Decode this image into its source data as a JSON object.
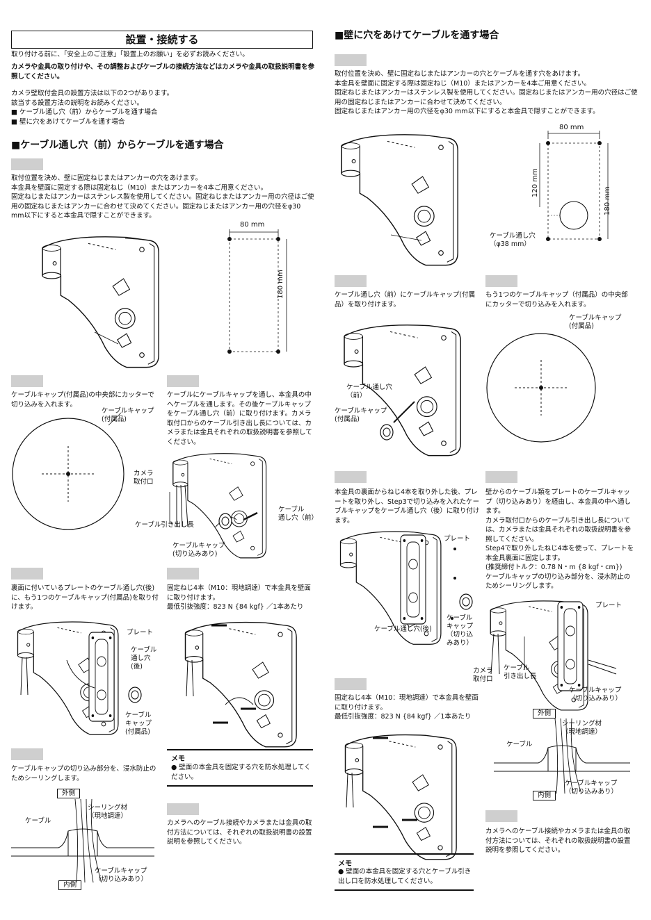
{
  "title": "設置・接続する",
  "intro": "取り付ける前に、「安全上のご注意」「設置上のお願い」を必ずお読みください。",
  "intro_bold": "カメラや金具の取り付けや、その調整およびケーブルの接続方法などはカメラや金具の取扱説明書を参照してください。",
  "intro_methods": "カメラ壁取付金具の設置方法は以下の2つがあります。\n該当する設置方法の説明をお読みください。\n■ ケーブル通し穴（前）からケーブルを通す場合\n■ 壁に穴をあけてケーブルを通す場合",
  "section_front": {
    "heading": "■ケーブル通し穴（前）からケーブルを通す場合",
    "step1_text": "取付位置を決め、壁に固定ねじまたはアンカーの穴をあけます。\n本金具を壁面に固定する際は固定ねじ（M10）またはアンカーを4本ご用意ください。\n固定ねじまたはアンカーはステンレス製を使用してください。固定ねじまたはアンカー用の穴径はご使用の固定ねじまたはアンカーに合わせて決めてください。固定ねじまたはアンカー用の穴径をφ30 mm以下にすると本金具で隠すことができます。",
    "dim_w": "80 mm",
    "dim_h": "180 mm",
    "step2_text": "ケーブルキャップ(付属品)の中央部にカッターで切り込みを入れます。",
    "step2_label": "ケーブルキャップ\n(付属品)",
    "step3_text": "ケーブルにケーブルキャップを通し、本金具の中へケーブルを通します。その後ケーブルキャップをケーブル通し穴（前）に取り付けます。カメラ取付口からのケーブル引き出し長については、カメラまたは金具それぞれの取扱説明書を参照してください。",
    "step3_label_mount": "カメラ\n取付口",
    "step3_label_hole": "ケーブル\n通し穴（前）",
    "step3_label_length": "ケーブル引き出し長",
    "step3_label_cap": "ケーブルキャップ\n(切り込みあり)",
    "step4_text": "裏面に付いているプレートのケーブル通し穴(後)に、もう1つのケーブルキャップ(付属品)を取り付けます。",
    "step4_label_plate": "プレート",
    "step4_label_hole": "ケーブル\n通し穴\n(後)",
    "step4_label_cap": "ケーブル\nキャップ\n(付属品)",
    "step5_text": "固定ねじ4本（M10：現地調達）で本金具を壁面に取り付けます。\n最低引抜強度：823 N {84 kgf} ／1本あたり",
    "step6_text": "ケーブルキャップの切り込み部分を、浸水防止のためシーリングします。",
    "step6_outside": "外側",
    "step6_inside": "内側",
    "step6_cable": "ケーブル",
    "step6_sealant": "シーリング材\n（現地調達）",
    "step6_cap": "ケーブルキャップ\n（切り込みあり）",
    "memo_title": "メモ",
    "memo_text": "● 壁面の本金具を固定する穴を防水処理してください。",
    "step7_text": "カメラへのケーブル接続やカメラまたは金具の取付方法については、それぞれの取扱説明書の設置説明を参照してください。"
  },
  "section_wall": {
    "heading": "■壁に穴をあけてケーブルを通す場合",
    "step1_text": "取付位置を決め、壁に固定ねじまたはアンカーの穴とケーブルを通す穴をあけます。\n本金具を壁面に固定する際は固定ねじ（M10）またはアンカーを4本ご用意ください。\n固定ねじまたはアンカーはステンレス製を使用してください。固定ねじまたはアンカー用の穴径はご使用の固定ねじまたはアンカーに合わせて決めてください。\n固定ねじまたはアンカー用の穴径をφ30 mm以下にすると本金具で隠すことができます。",
    "dim_w": "80 mm",
    "dim_h1": "120 mm",
    "dim_h2": "180 mm",
    "hole_label": "ケーブル通し穴\n（φ38 mm）",
    "step2_text": "ケーブル通し穴（前）にケーブルキャップ(付属品）を取り付けます。",
    "step2_label_hole": "ケーブル通し穴\n（前）",
    "step2_label_cap": "ケーブルキャップ\n(付属品)",
    "step3_text": "もう1つのケーブルキャップ（付属品）の中央部にカッターで切り込みを入れます。",
    "step3_label": "ケーブルキャップ\n(付属品)",
    "step4_text": "本金具の裏面からねじ4本を取り外した後、プレートを取り外し、Step3で切り込みを入れたケーブルキャップをケーブル通し穴（後）に取り付けます。",
    "step4_label_plate": "プレート",
    "step4_label_hole": "ケーブル通し穴(後)",
    "step4_label_cap": "ケーブル\nキャップ\n（切り込\nみあり）",
    "step5_text": "壁からのケーブル類をプレートのケーブルキャップ（切り込みあり）を経由し、本金具の中へ通します。\nカメラ取付口からのケーブル引き出し長については、カメラまたは金具それぞれの取扱説明書を参照してください。\nStep4で取り外したねじ4本を使って、プレートを本金具裏面に固定します。\n(推奨締付トルク：0.78 N・m {8 kgf・cm})\nケーブルキャップの切り込み部分を、浸水防止のためシーリングします。",
    "step5_label_plate": "プレート",
    "step5_label_mount": "カメラ\n取付口",
    "step5_label_length": "ケーブル\n引き出し長",
    "step5_label_cap": "ケーブルキャップ\n（切り込みあり）",
    "step5_outside": "外側",
    "step5_inside": "内側",
    "step5_cable": "ケーブル",
    "step5_sealant": "シーリング材\n（現地調達）",
    "step5_cap2": "ケーブルキャップ\n（切り込みあり）",
    "step6_text": "固定ねじ4本（M10：現地調達）で本金具を壁面に取り付けます。\n最低引抜強度：823 N {84 kgf} ／1本あたり",
    "memo_title": "メモ",
    "memo_text": "● 壁面の本金具を固定する穴とケーブル引き出し口を防水処理してください。",
    "step7_text": "カメラへのケーブル接続やカメラまたは金具の取付方法については、それぞれの取扱説明書の設置説明を参照してください。"
  }
}
